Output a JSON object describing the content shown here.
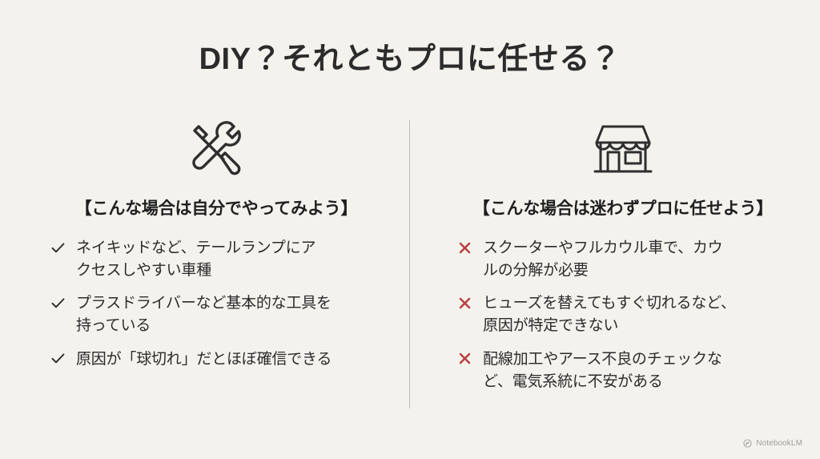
{
  "slide": {
    "background_color": "#f4f2ed",
    "title": "DIY？それともプロに任せる？"
  },
  "columns": [
    {
      "id": "diy",
      "icon_name": "tools-icon",
      "heading": "【こんな場合は自分でやってみよう】",
      "mark_name": "check-icon",
      "mark_color": "#2b2b2b",
      "items": [
        {
          "text": "ネイキッドなど、テールランプにア\nクセスしやすい車種"
        },
        {
          "text": "プラスドライバーなど基本的な工具を\n持っている"
        },
        {
          "text": "原因が「球切れ」だとほぼ確信できる"
        }
      ]
    },
    {
      "id": "pro",
      "icon_name": "storefront-icon",
      "heading": "【こんな場合は迷わずプロに任せよう】",
      "mark_name": "cross-icon",
      "mark_color": "#b93f3f",
      "items": [
        {
          "text": "スクーターやフルカウル車で、カウ\nルの分解が必要"
        },
        {
          "text": "ヒューズを替えてもすぐ切れるなど、\n原因が特定できない"
        },
        {
          "text": "配線加工やアース不良のチェックな\nど、電気系統に不安がある"
        }
      ]
    }
  ],
  "divider": {
    "color": "#bdbcb8"
  },
  "watermark": {
    "icon_name": "notebooklm-logo-icon",
    "label": "NotebookLM"
  }
}
